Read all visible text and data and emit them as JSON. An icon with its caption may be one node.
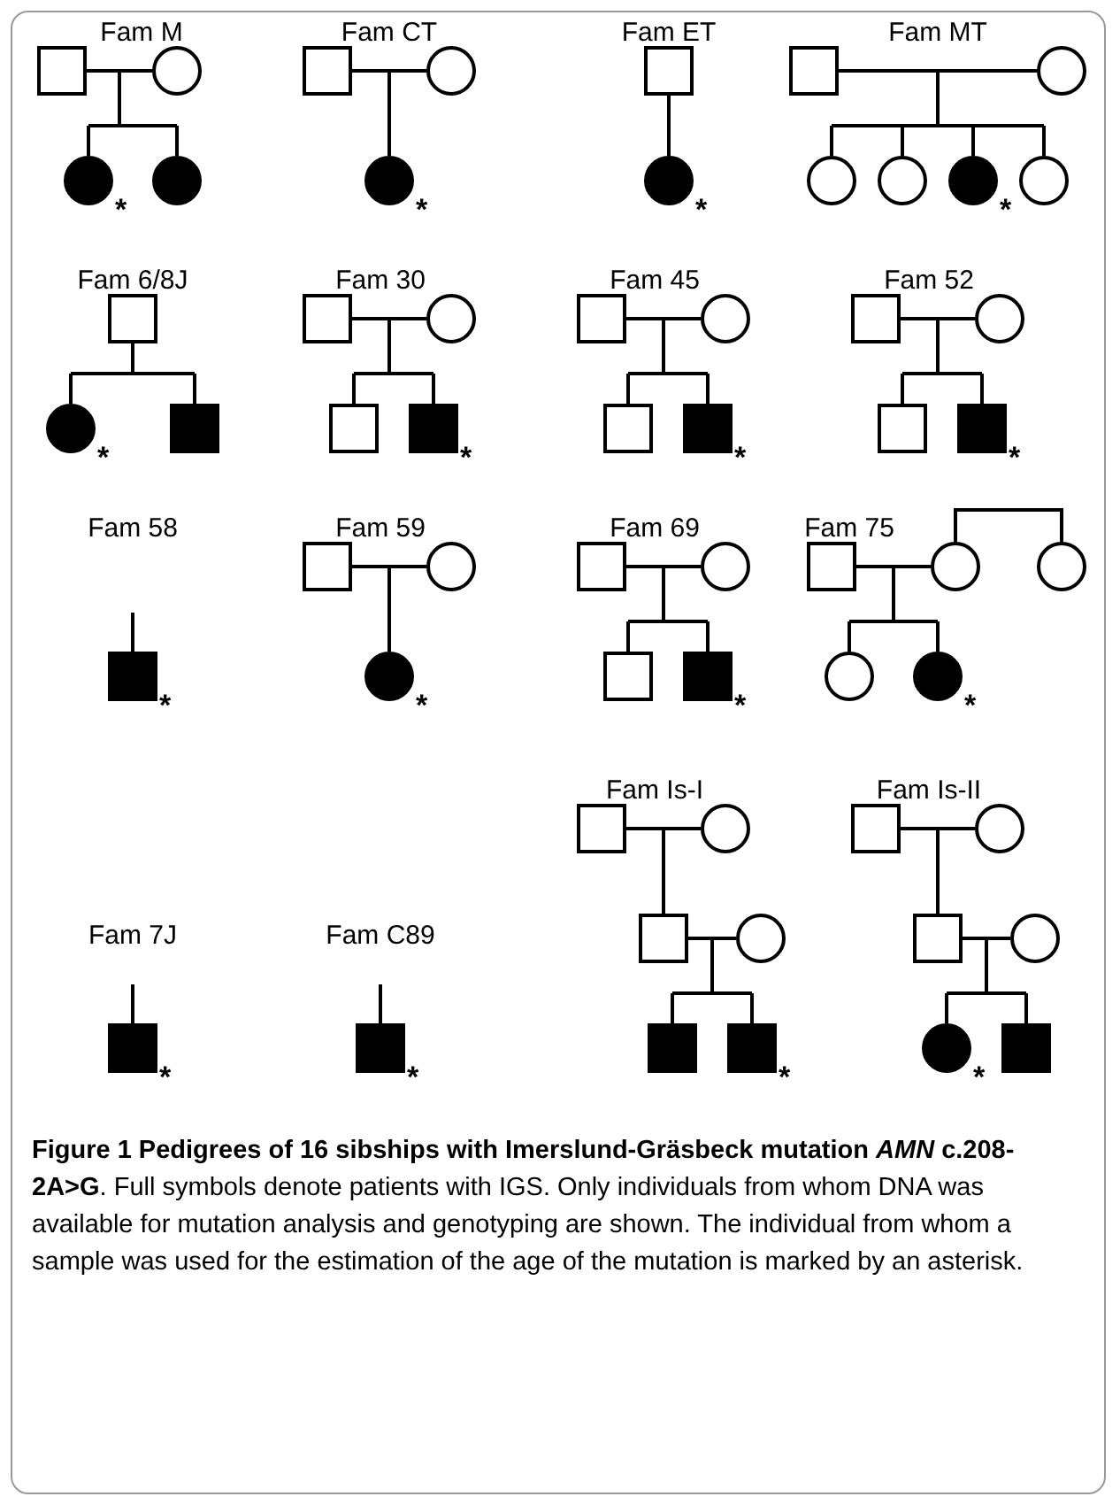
{
  "diagram": {
    "caption": "**Figure 1 Pedigrees of 16 sibships with Imerslund-Gräsbeck mutation *AMN* c.208-2A>G**. Full symbols denote patients with IGS. Only individuals from whom DNA was available for mutation analysis and genotyping are shown. The individual from whom a sample was used for the estimation of the age of the mutation is marked by an asterisk.",
    "nodes": [
      {
        "text": [],
        "shape": "box"
      },
      {
        "text": [],
        "shape": "circle"
      },
      {
        "text": [],
        "shape": "disc",
        "beside": [
          "*"
        ]
      },
      {
        "text": [],
        "shape": "disc"
      },
      {
        "text": [],
        "shape": "box"
      },
      {
        "text": [],
        "shape": "circle"
      },
      {
        "text": [],
        "shape": "disc",
        "beside": [
          "*"
        ]
      },
      {
        "text": [],
        "shape": "box"
      },
      {
        "text": [],
        "shape": "disc",
        "beside": [
          "*"
        ]
      },
      {
        "text": [],
        "shape": "box"
      },
      {
        "text": [],
        "shape": "circle"
      },
      {
        "text": [],
        "shape": "circle"
      },
      {
        "text": [],
        "shape": "circle"
      },
      {
        "text": [],
        "shape": "disc",
        "beside": [
          "*"
        ]
      },
      {
        "text": [],
        "shape": "circle"
      },
      {
        "text": [],
        "shape": "box"
      },
      {
        "text": [],
        "shape": "disc",
        "beside": [
          "*"
        ]
      },
      {
        "text": [],
        "shape": "block"
      },
      {
        "text": [],
        "shape": "box"
      },
      {
        "text": [],
        "shape": "circle"
      },
      {
        "text": [],
        "shape": "box"
      },
      {
        "text": [],
        "shape": "block",
        "beside": [
          "*"
        ]
      },
      {
        "text": [],
        "shape": "box"
      },
      {
        "text": [],
        "shape": "circle"
      },
      {
        "text": [],
        "shape": "box"
      },
      {
        "text": [],
        "shape": "block",
        "beside": [
          "*"
        ]
      },
      {
        "text": [],
        "shape": "box"
      },
      {
        "text": [],
        "shape": "circle"
      },
      {
        "text": [],
        "shape": "box"
      },
      {
        "text": [],
        "shape": "block",
        "beside": [
          "*"
        ]
      },
      {
        "text": [],
        "shape": "block",
        "beside": [
          "*"
        ]
      },
      {
        "text": [],
        "shape": "box"
      },
      {
        "text": [],
        "shape": "circle"
      },
      {
        "text": [],
        "shape": "disc",
        "beside": [
          "*"
        ]
      },
      {
        "text": [],
        "shape": "box"
      },
      {
        "text": [],
        "shape": "circle"
      },
      {
        "text": [],
        "shape": "box"
      },
      {
        "text": [],
        "shape": "block",
        "beside": [
          "*"
        ]
      },
      {
        "text": [],
        "shape": "box"
      },
      {
        "text": [],
        "shape": "circle"
      },
      {
        "text": [],
        "shape": "circle"
      },
      {
        "text": [],
        "shape": "circle"
      },
      {
        "text": [],
        "shape": "disc",
        "beside": [
          "*"
        ]
      },
      {
        "text": [],
        "shape": "block",
        "beside": [
          "*"
        ]
      },
      {
        "text": [],
        "shape": "block",
        "beside": [
          "*"
        ]
      },
      {
        "text": [],
        "shape": "box"
      },
      {
        "text": [],
        "shape": "circle"
      },
      {
        "text": [],
        "shape": "box"
      },
      {
        "text": [],
        "shape": "circle"
      },
      {
        "text": [],
        "shape": "block"
      },
      {
        "text": [],
        "shape": "block",
        "beside": [
          "*"
        ]
      },
      {
        "text": [],
        "shape": "box"
      },
      {
        "text": [],
        "shape": "circle"
      },
      {
        "text": [],
        "shape": "box"
      },
      {
        "text": [],
        "shape": "circle"
      },
      {
        "text": [],
        "shape": "disc",
        "beside": [
          "*"
        ]
      },
      {
        "text": [],
        "shape": "block"
      }
    ],
    "edges": [
      {
        "from": 0,
        "to": 1,
        "arrow": "none"
      },
      {
        "from": 0,
        "to": 2,
        "arrow": "none"
      },
      {
        "from": 0,
        "to": 3,
        "arrow": "none"
      },
      {
        "from": 1,
        "to": 2,
        "arrow": "none"
      },
      {
        "from": 1,
        "to": 3,
        "arrow": "none"
      },
      {
        "from": 4,
        "to": 5,
        "arrow": "none"
      },
      {
        "from": 4,
        "to": 6,
        "arrow": "none"
      },
      {
        "from": 5,
        "to": 6,
        "arrow": "none"
      },
      {
        "from": 7,
        "to": 8,
        "arrow": "none"
      },
      {
        "from": 9,
        "to": 10,
        "arrow": "none"
      },
      {
        "from": 9,
        "to": 11,
        "arrow": "none"
      },
      {
        "from": 9,
        "to": 12,
        "arrow": "none"
      },
      {
        "from": 9,
        "to": 13,
        "arrow": "none"
      },
      {
        "from": 9,
        "to": 14,
        "arrow": "none"
      },
      {
        "from": 10,
        "to": 11,
        "arrow": "none"
      },
      {
        "from": 10,
        "to": 12,
        "arrow": "none"
      },
      {
        "from": 10,
        "to": 13,
        "arrow": "none"
      },
      {
        "from": 10,
        "to": 14,
        "arrow": "none"
      },
      {
        "from": 15,
        "to": 16,
        "arrow": "none"
      },
      {
        "from": 15,
        "to": 17,
        "arrow": "none"
      },
      {
        "from": 18,
        "to": 19,
        "arrow": "none"
      },
      {
        "from": 18,
        "to": 20,
        "arrow": "none"
      },
      {
        "from": 18,
        "to": 21,
        "arrow": "none"
      },
      {
        "from": 19,
        "to": 20,
        "arrow": "none"
      },
      {
        "from": 19,
        "to": 21,
        "arrow": "none"
      },
      {
        "from": 22,
        "to": 23,
        "arrow": "none"
      },
      {
        "from": 22,
        "to": 24,
        "arrow": "none"
      },
      {
        "from": 22,
        "to": 25,
        "arrow": "none"
      },
      {
        "from": 23,
        "to": 24,
        "arrow": "none"
      },
      {
        "from": 23,
        "to": 25,
        "arrow": "none"
      },
      {
        "from": 26,
        "to": 27,
        "arrow": "none"
      },
      {
        "from": 26,
        "to": 28,
        "arrow": "none"
      },
      {
        "from": 26,
        "to": 29,
        "arrow": "none"
      },
      {
        "from": 27,
        "to": 28,
        "arrow": "none"
      },
      {
        "from": 27,
        "to": 29,
        "arrow": "none"
      },
      {
        "from": null,
        "to": 30,
        "arrow": "none"
      },
      {
        "from": 31,
        "to": 32,
        "arrow": "none"
      },
      {
        "from": 31,
        "to": 33,
        "arrow": "none"
      },
      {
        "from": 32,
        "to": 33,
        "arrow": "none"
      },
      {
        "from": 34,
        "to": 35,
        "arrow": "none"
      },
      {
        "from": 34,
        "to": 36,
        "arrow": "none"
      },
      {
        "from": 34,
        "to": 37,
        "arrow": "none"
      },
      {
        "from": 35,
        "to": 36,
        "arrow": "none"
      },
      {
        "from": 35,
        "to": 37,
        "arrow": "none"
      },
      {
        "from": 38,
        "to": 39,
        "arrow": "none"
      },
      {
        "from": 39,
        "to": 40,
        "arrow": "none"
      },
      {
        "from": 38,
        "to": 41,
        "arrow": "none"
      },
      {
        "from": 38,
        "to": 42,
        "arrow": "none"
      },
      {
        "from": 39,
        "to": 41,
        "arrow": "none"
      },
      {
        "from": 39,
        "to": 42,
        "arrow": "none"
      },
      {
        "from": null,
        "to": 43,
        "arrow": "none"
      },
      {
        "from": null,
        "to": 44,
        "arrow": "none"
      },
      {
        "from": 45,
        "to": 46,
        "arrow": "none"
      },
      {
        "from": 45,
        "to": 47,
        "arrow": "none"
      },
      {
        "from": 46,
        "to": 47,
        "arrow": "none"
      },
      {
        "from": 47,
        "to": 48,
        "arrow": "none"
      },
      {
        "from": 47,
        "to": 49,
        "arrow": "none"
      },
      {
        "from": 47,
        "to": 50,
        "arrow": "none"
      },
      {
        "from": 48,
        "to": 49,
        "arrow": "none"
      },
      {
        "from": 48,
        "to": 50,
        "arrow": "none"
      },
      {
        "from": 51,
        "to": 52,
        "arrow": "none"
      },
      {
        "from": 51,
        "to": 53,
        "arrow": "none"
      },
      {
        "from": 52,
        "to": 53,
        "arrow": "none"
      },
      {
        "from": 53,
        "to": 54,
        "arrow": "none"
      },
      {
        "from": 53,
        "to": 55,
        "arrow": "none"
      },
      {
        "from": 53,
        "to": 56,
        "arrow": "none"
      },
      {
        "from": 54,
        "to": 55,
        "arrow": "none"
      },
      {
        "from": 54,
        "to": 56,
        "arrow": "none"
      }
    ],
    "labels": [
      "Fam M",
      "Fam CT",
      "Fam ET",
      "Fam MT",
      "Fam 6/8J",
      "Fam 30",
      "Fam 45",
      "Fam 52",
      "Fam 58",
      "Fam 59",
      "Fam 69",
      "Fam 75",
      "Fam Is-I",
      "Fam Is-II",
      "Fam 7J",
      "Fam C89"
    ]
  }
}
